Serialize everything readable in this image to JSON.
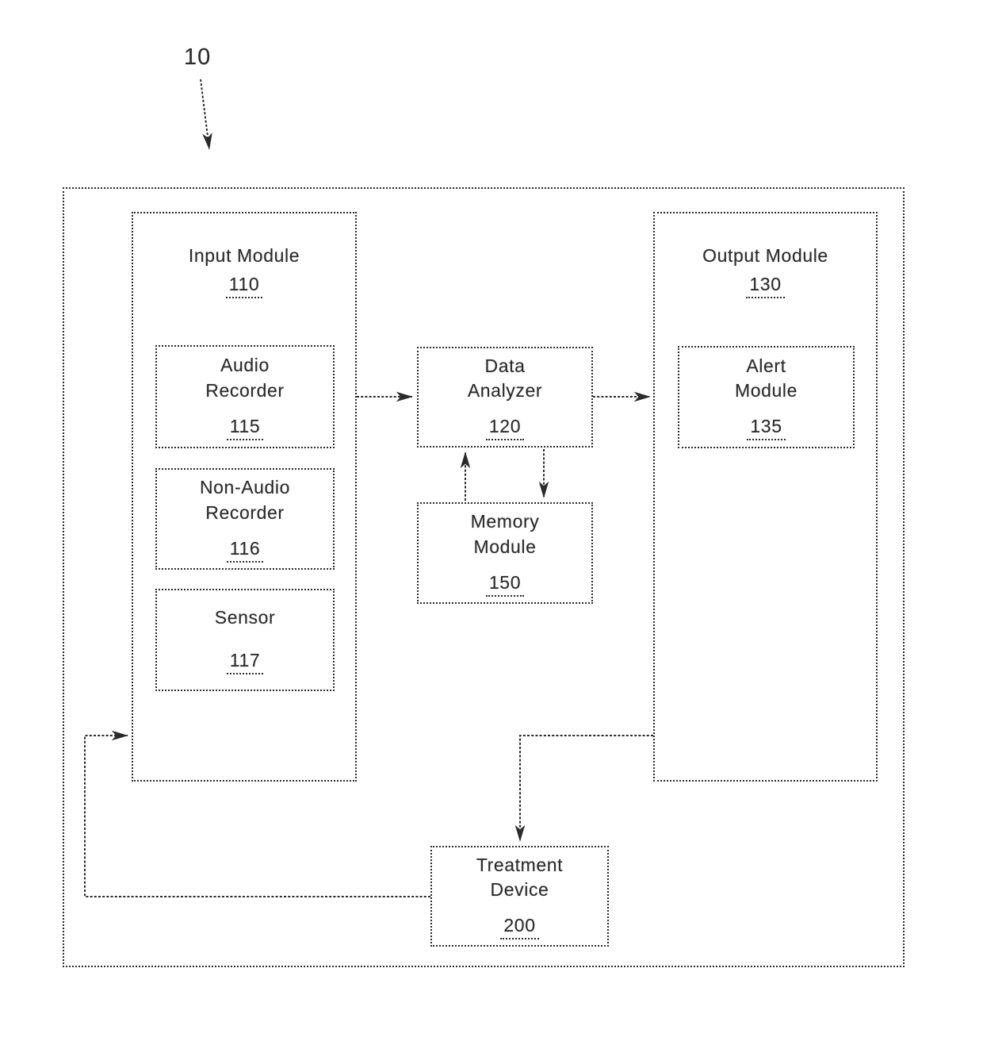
{
  "figure": {
    "reference_label": "10",
    "colors": {
      "ink": "#2b2b2b",
      "background": "#ffffff"
    },
    "boxes": {
      "input_module": {
        "title": "Input Module",
        "number": "110"
      },
      "audio_recorder": {
        "title": "Audio\nRecorder",
        "number": "115"
      },
      "non_audio_recorder": {
        "title": "Non-Audio\nRecorder",
        "number": "116"
      },
      "sensor": {
        "title": "Sensor",
        "number": "117"
      },
      "data_analyzer": {
        "title": "Data\nAnalyzer",
        "number": "120"
      },
      "memory_module": {
        "title": "Memory\nModule",
        "number": "150"
      },
      "output_module": {
        "title": "Output Module",
        "number": "130"
      },
      "alert_module": {
        "title": "Alert\nModule",
        "number": "135"
      },
      "treatment_device": {
        "title": "Treatment\nDevice",
        "number": "200"
      }
    },
    "connections": [
      {
        "from": "input_module",
        "to": "data_analyzer"
      },
      {
        "from": "data_analyzer",
        "to": "output_module"
      },
      {
        "from": "memory_module",
        "to": "data_analyzer"
      },
      {
        "from": "data_analyzer",
        "to": "memory_module"
      },
      {
        "from": "output_module",
        "to": "treatment_device"
      },
      {
        "from": "treatment_device",
        "to": "input_module"
      },
      {
        "from": "reference_label",
        "to": "system_boundary"
      }
    ]
  }
}
